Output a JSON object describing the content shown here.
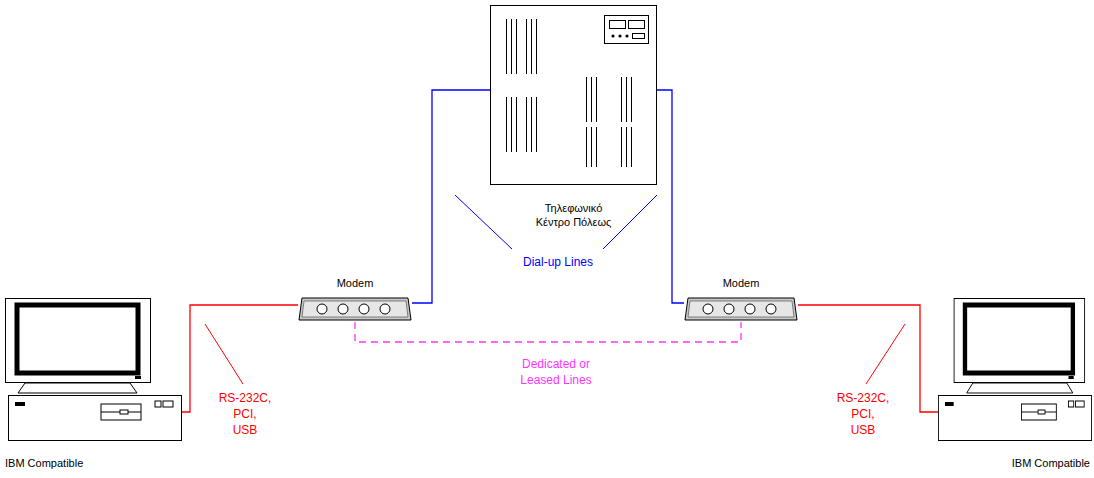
{
  "diagram": {
    "nodes": [
      {
        "text": [
          "IBM Compatible"
        ]
      },
      {
        "text": [
          "Modem"
        ]
      },
      {
        "text": [
          "Τηλεφωνικό Κέντρο Πόλεως"
        ]
      },
      {
        "text": [
          "Modem"
        ]
      },
      {
        "text": [
          "IBM Compatible"
        ]
      }
    ],
    "edges": [
      {
        "from": 0,
        "to": 1,
        "arrow": "none",
        "label": "RS-232C, PCI, USB"
      },
      {
        "from": 1,
        "to": 2,
        "arrow": "none"
      },
      {
        "from": 2,
        "to": 3,
        "arrow": "none"
      },
      {
        "from": 3,
        "to": 4,
        "arrow": "none",
        "label": "RS-232C, PCI, USB"
      },
      {
        "from": 1,
        "to": 3,
        "arrow": "none",
        "label": "Dedicated or Leased Lines"
      }
    ],
    "labels": [
      "Dial-up Lines"
    ]
  }
}
